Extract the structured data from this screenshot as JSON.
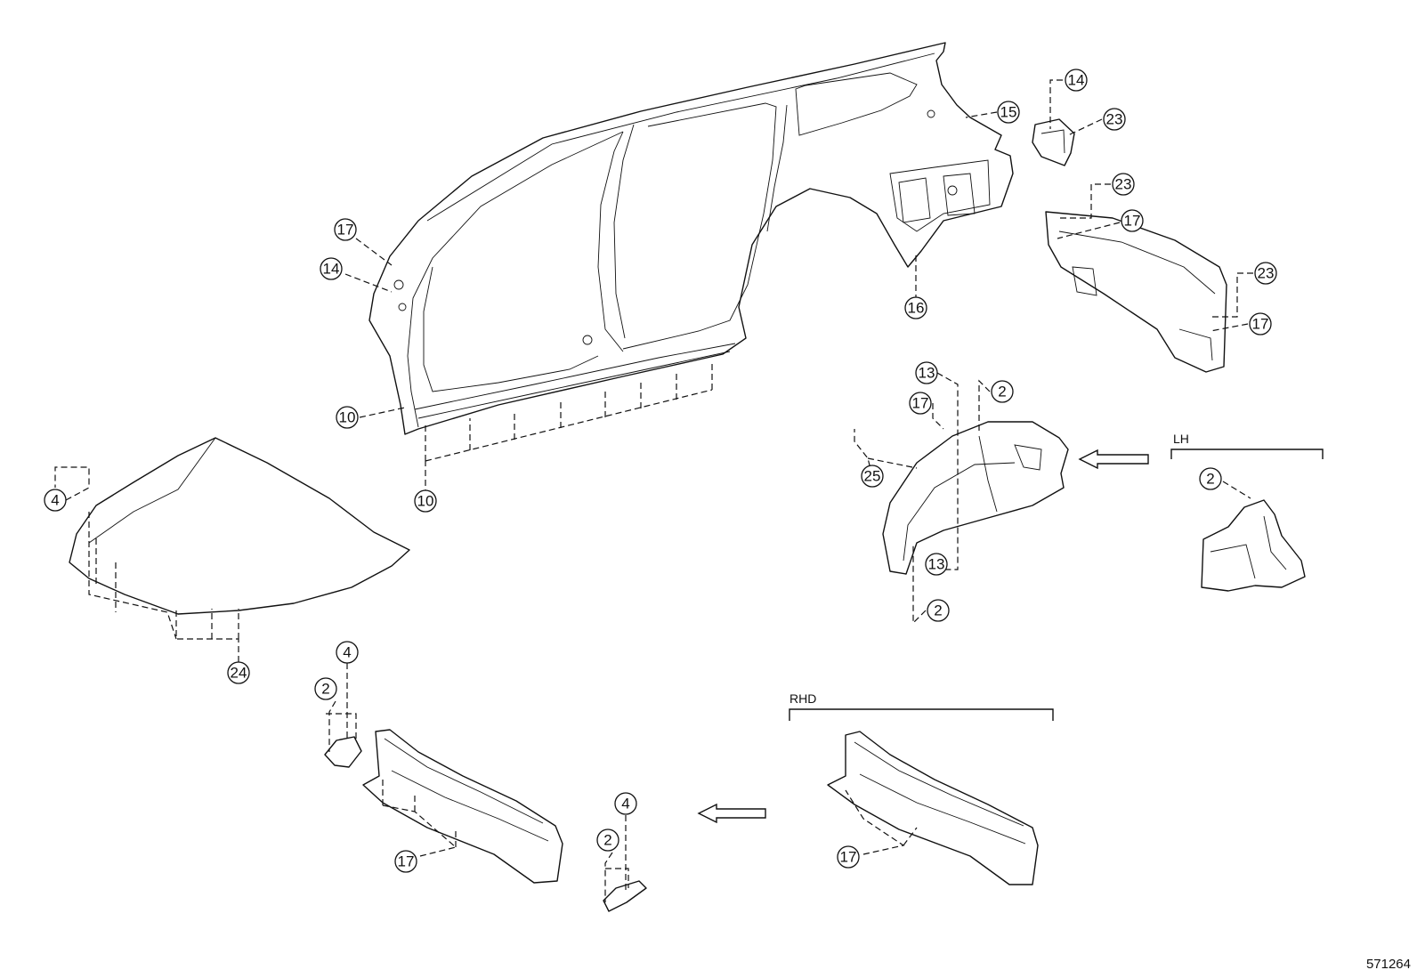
{
  "diagram_id": "571264",
  "variant_labels": {
    "lh": "LH",
    "rhd": "RHD"
  },
  "callouts": {
    "c17_apillar": "17",
    "c14_apillar": "14",
    "c10_sill": "10",
    "c10_sill_lower": "10",
    "c15_quarter": "15",
    "c16_wheelhouse": "16",
    "c14_bracket": "14",
    "c23_bracket": "23",
    "c23_panel_top": "23",
    "c17_panel": "17",
    "c23_panel_right": "23",
    "c17_panel_right": "17",
    "c13_apron_top": "13",
    "c2_apron_top": "2",
    "c17_apron": "17",
    "c25_apron": "25",
    "c13_apron_bottom": "13",
    "c2_apron_bottom": "2",
    "c2_lh": "2",
    "c4_hood": "4",
    "c24_hood": "24",
    "c4_bracket_left": "4",
    "c2_bracket_left": "2",
    "c17_cowl": "17",
    "c4_bracket_center": "4",
    "c2_bracket_center": "2",
    "c17_cowl_rhd": "17"
  }
}
